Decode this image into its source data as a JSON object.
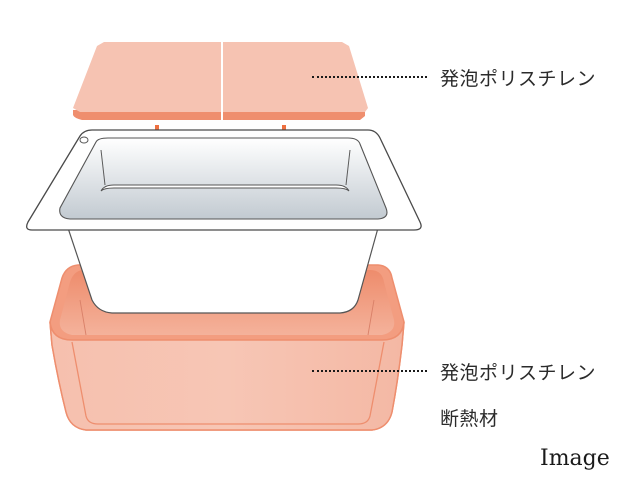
{
  "labels": {
    "lid": "発泡ポリスチレン",
    "outer_shell_line1": "発泡ポリスチレン",
    "outer_shell_line2": "断熱材"
  },
  "caption": "Image",
  "colors": {
    "foam_face": "#f6c3b2",
    "foam_edge": "#ee8f70",
    "foam_inner": "#f09a7c",
    "arrow": "#ee7040",
    "tub_outline": "#4a4a4a",
    "tub_water_top": "#ffffff",
    "tub_water_bottom": "#c4ccd2"
  }
}
